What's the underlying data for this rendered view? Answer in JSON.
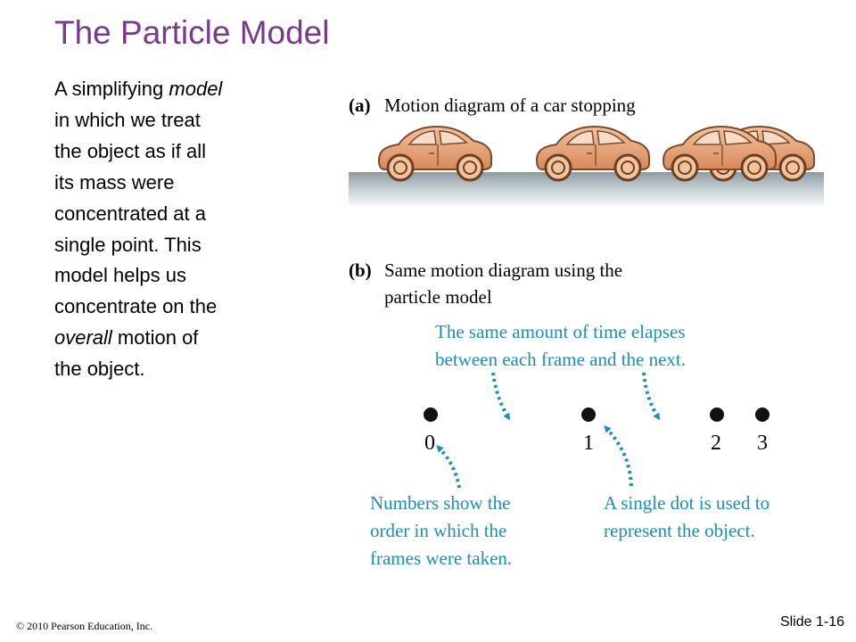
{
  "slide": {
    "title": "The Particle Model",
    "body": {
      "line1_pre": "A simplifying ",
      "line1_em": "model",
      "line2": "in which we treat",
      "line3": "the object as if all",
      "line4": "its mass were",
      "line5": "concentrated at a",
      "line6": "single point. This",
      "line7": "model helps us",
      "line8": "concentrate on the",
      "line9_em": "overall",
      "line9_post": " motion of",
      "line10": "the object."
    },
    "footer": {
      "copyright": "© 2010 Pearson Education, Inc.",
      "slide_number": "Slide 1-16"
    }
  },
  "figure": {
    "part_a": {
      "label": "(a)",
      "caption": "Motion diagram of a car stopping"
    },
    "part_b": {
      "label": "(b)",
      "caption_line1": "Same motion diagram using the",
      "caption_line2": "particle model"
    },
    "frame_numbers": [
      "0",
      "1",
      "2",
      "3"
    ],
    "annotations": {
      "time_line1": "The same amount of time elapses",
      "time_line2": "between each frame and the next.",
      "numbers_line1": "Numbers show the",
      "numbers_line2": "order in which the",
      "numbers_line3": "frames were taken.",
      "dot_line1": "A single dot is used to",
      "dot_line2": "represent the object."
    },
    "colors": {
      "title": "#7a3a8c",
      "annotation": "#1a8fb8",
      "car_body": "#e9a273",
      "ground": "#b7c3c8"
    }
  }
}
